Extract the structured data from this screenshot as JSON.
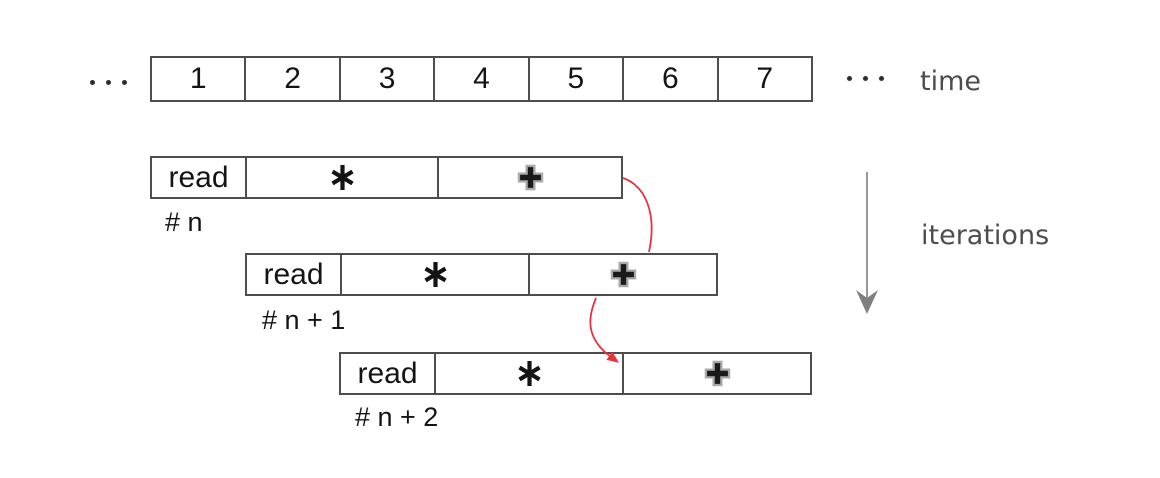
{
  "timeline": {
    "label": "time",
    "ellipsis_left": "...",
    "ellipsis_right": "...",
    "cells": [
      "1",
      "2",
      "3",
      "4",
      "5",
      "6",
      "7"
    ]
  },
  "pipeline": {
    "axis_label": "iterations",
    "rows": [
      {
        "label": "# n",
        "stages": [
          "read",
          "*",
          "+"
        ]
      },
      {
        "label": "# n + 1",
        "stages": [
          "read",
          "*",
          "+"
        ]
      },
      {
        "label": "# n + 2",
        "stages": [
          "read",
          "*",
          "+"
        ]
      }
    ]
  },
  "colors": {
    "box_border": "#4d4d4d",
    "box_text": "#141414",
    "side_label": "#4d4d4d",
    "dependency_arrow_red": "#e8323c",
    "iterations_arrow_gray": "#7f7f7f",
    "background": "#ffffff"
  }
}
